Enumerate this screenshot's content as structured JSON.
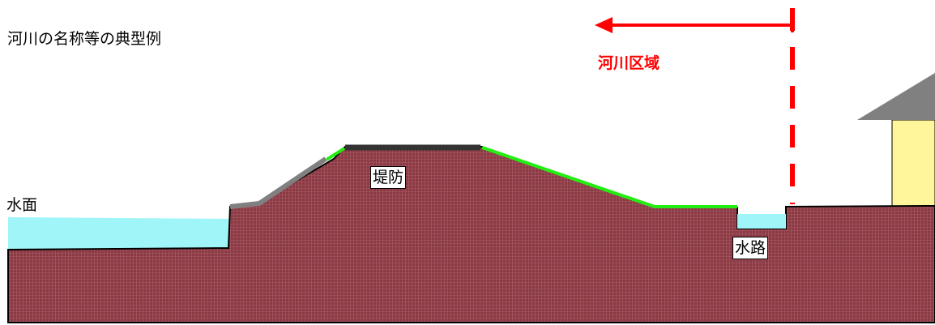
{
  "title": "河川の名称等の典型例",
  "labels": {
    "water_surface": "水面",
    "river_area": "河川区域",
    "embankment": "堤防",
    "channel": "水路"
  },
  "colors": {
    "ground": "#8b3a44",
    "water": "#9ff5f8",
    "grass": "#22ee11",
    "road": "#333333",
    "revetment": "#808080",
    "boundary": "#ff0000",
    "house_wall": "#fff59b",
    "roof": "#808080",
    "outline": "#000000"
  }
}
